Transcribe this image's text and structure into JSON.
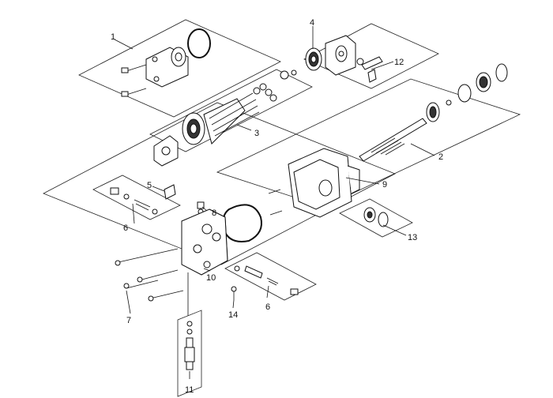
{
  "callouts": [
    "1",
    "2",
    "3",
    "4",
    "5",
    "6",
    "6",
    "7",
    "8",
    "9",
    "10",
    "11",
    "12",
    "13",
    "14"
  ],
  "colors": {
    "line": "#111111",
    "background": "#ffffff"
  }
}
